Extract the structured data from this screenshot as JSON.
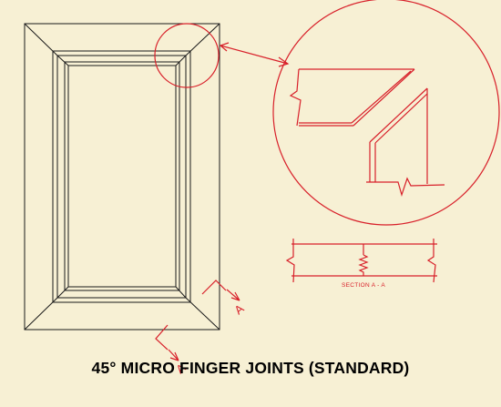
{
  "caption": "45° MICRO FINGER JOINTS (STANDARD)",
  "section_label": "SECTION  A - A",
  "callout_letters": [
    "A",
    "A"
  ],
  "colors": {
    "background": "#f7f0d4",
    "line": "#1a1a1a",
    "detail": "#d8202a"
  }
}
